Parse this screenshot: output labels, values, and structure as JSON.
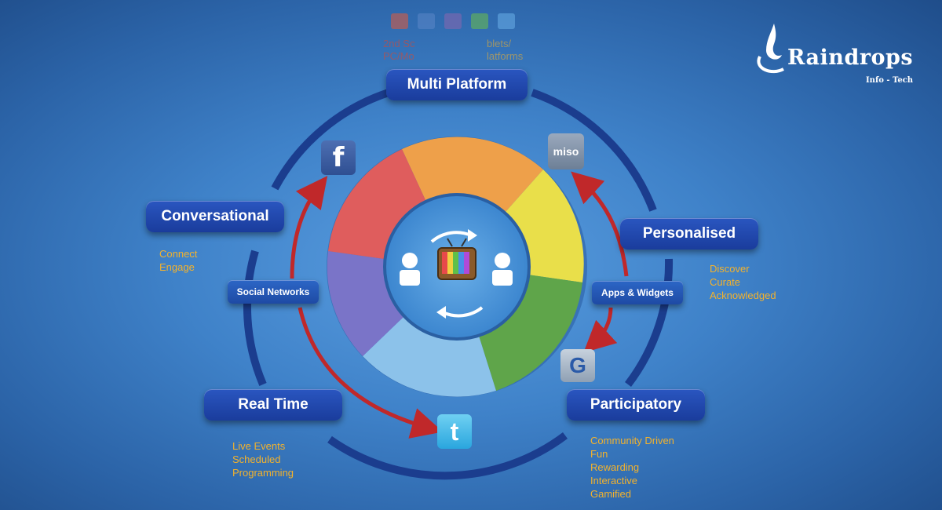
{
  "brand": {
    "name": "Raindrops",
    "tagline": "Info - Tech"
  },
  "top_caption": {
    "left": "2nd Sc",
    "left2": "PC/Mo",
    "right": "blets/",
    "right2": "latforms"
  },
  "nodes": {
    "multi_platform": "Multi Platform",
    "personalised": "Personalised",
    "participatory": "Participatory",
    "real_time": "Real Time",
    "conversational": "Conversational"
  },
  "connectors": {
    "apps_widgets": "Apps & Widgets",
    "social_networks": "Social Networks"
  },
  "notes": {
    "personalised": [
      "Discover",
      "Curate",
      "Acknowledged"
    ],
    "participatory": [
      "Community Driven",
      "Fun",
      "Rewarding",
      "Interactive",
      "Gamified"
    ],
    "real_time": [
      "Live Events",
      "Scheduled",
      "Programming"
    ],
    "conversational": [
      "Connect",
      "Engage"
    ]
  },
  "icons": {
    "facebook": "f",
    "miso": "miso",
    "getglue": "G",
    "twitter": "t"
  },
  "colors": {
    "box": "#1f48ac",
    "note": "#f3b22c",
    "ring": "#1b3d8e",
    "arrow": "#c0282a"
  }
}
